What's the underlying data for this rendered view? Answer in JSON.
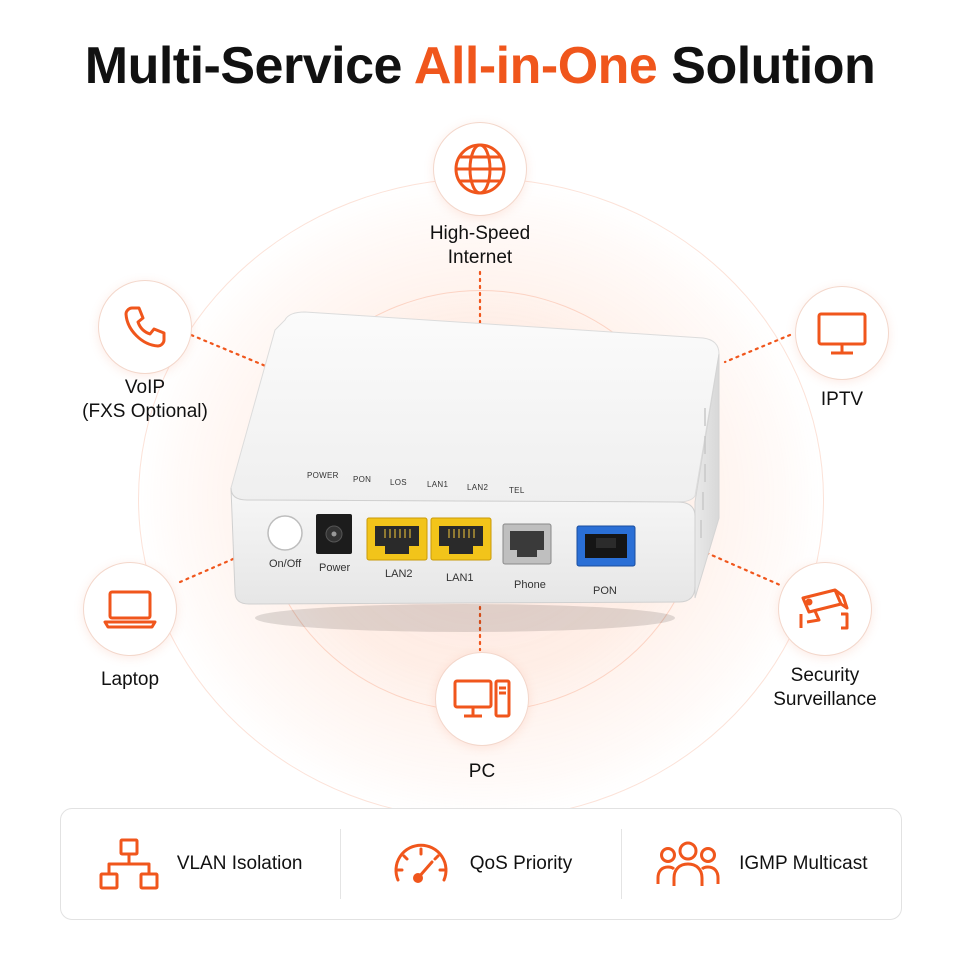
{
  "title": {
    "part1": "Multi-Service ",
    "accent": "All-in-One",
    "part2": " Solution"
  },
  "services": {
    "internet": {
      "label_line1": "High-Speed",
      "label_line2": "Internet",
      "icon": "globe-icon"
    },
    "voip": {
      "label_line1": "VoIP",
      "label_line2": "(FXS Optional)",
      "icon": "phone-icon"
    },
    "iptv": {
      "label": "IPTV",
      "icon": "tv-icon"
    },
    "laptop": {
      "label": "Laptop",
      "icon": "laptop-icon"
    },
    "pc": {
      "label": "PC",
      "icon": "desktop-pc-icon"
    },
    "security": {
      "label_line1": "Security",
      "label_line2": "Surveillance",
      "icon": "cctv-camera-icon"
    }
  },
  "device": {
    "led_labels": [
      "POWER",
      "PON",
      "LOS",
      "LAN1",
      "LAN2",
      "TEL"
    ],
    "ports": {
      "onoff": "On/Off",
      "power": "Power",
      "lan2": "LAN2",
      "lan1": "LAN1",
      "phone": "Phone",
      "pon": "PON"
    }
  },
  "features": [
    {
      "label": "VLAN Isolation",
      "icon": "network-hierarchy-icon"
    },
    {
      "label": "QoS Priority",
      "icon": "speedometer-icon"
    },
    {
      "label": "IGMP Multicast",
      "icon": "user-group-icon"
    }
  ],
  "colors": {
    "accent": "#f0561c",
    "text": "#111111",
    "lan_port": "#f2c41a",
    "pon_port": "#2a6fd6"
  }
}
